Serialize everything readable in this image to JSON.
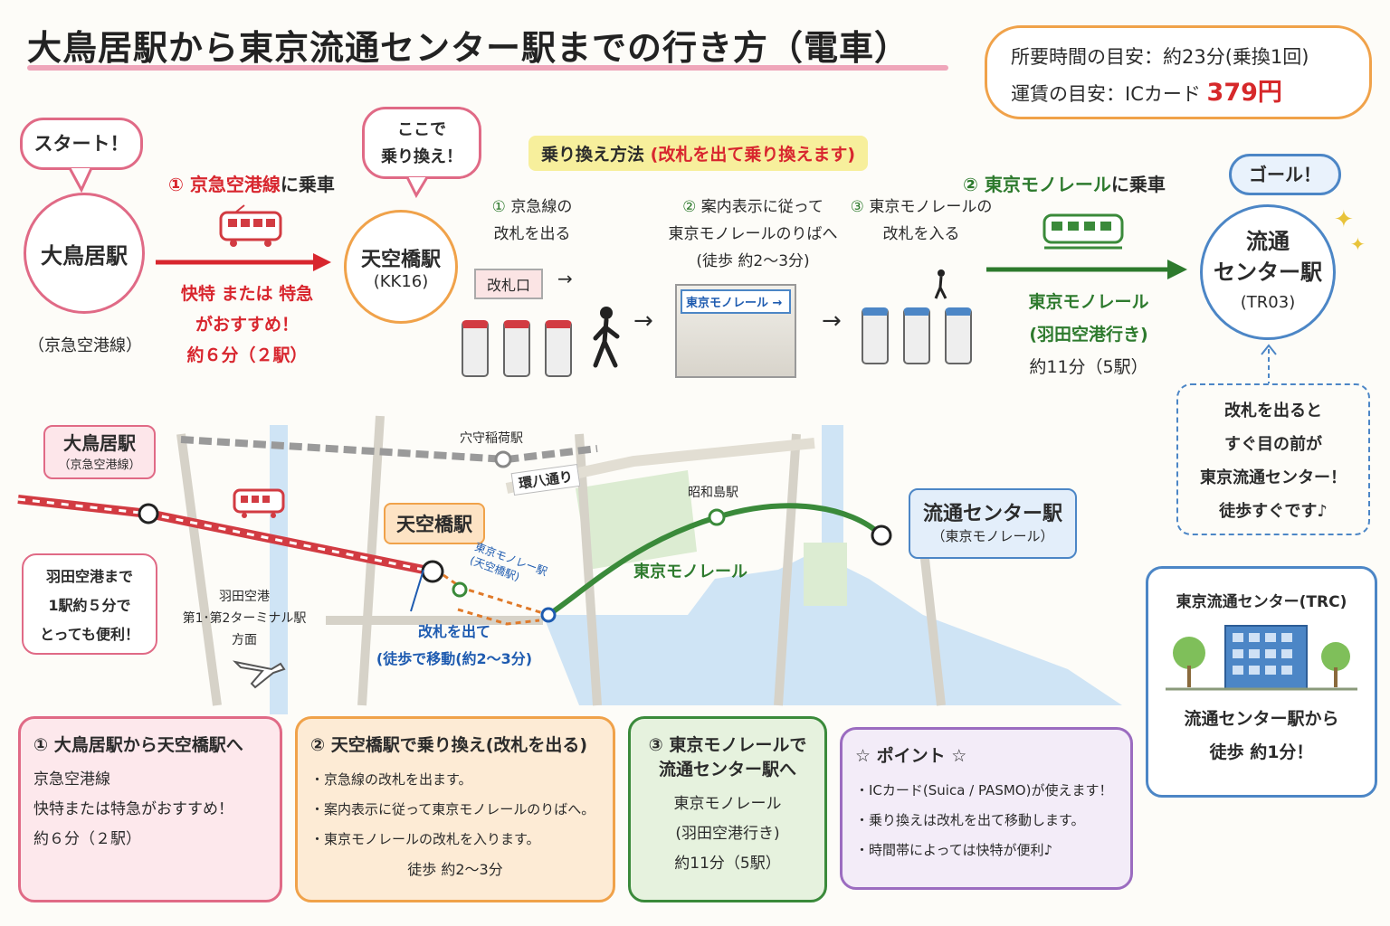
{
  "title": "大鳥居駅から東京流通センター駅までの行き方（電車）",
  "summary": {
    "time": "所要時間の目安：約23分(乗換1回)",
    "fare_label": "運賃の目安：ICカード",
    "fare_value": "379円"
  },
  "start": {
    "bubble": "スタート！",
    "station": "大鳥居駅",
    "line": "（京急空港線）"
  },
  "transfer_bubble": {
    "line1": "ここで",
    "line2": "乗り換え！"
  },
  "step1": {
    "num": "①",
    "line_name": "京急空港線",
    "suffix": "に乗車",
    "note1": "快特 または 特急",
    "note2": "がおすすめ！",
    "note3": "約６分（２駅）"
  },
  "transfer_station": {
    "name": "天空橋駅",
    "code": "(KK16)"
  },
  "transfer_method": {
    "prefix": "乗り換え方法",
    "highlight": "(改札を出て乗り換えます)"
  },
  "substeps": [
    {
      "num": "①",
      "line1": "京急線の",
      "line2": "改札を出る"
    },
    {
      "num": "②",
      "line1": "案内表示に従って",
      "line2": "東京モノレールのりばへ",
      "line3": "(徒歩 約2〜3分)"
    },
    {
      "num": "③",
      "line1": "東京モノレールの",
      "line2": "改札を入る"
    }
  ],
  "kaisatsu_sign": "改札口",
  "monorail_sign": "東京モノレール →",
  "step2": {
    "num": "②",
    "line_name": "東京モノレール",
    "suffix": "に乗車",
    "note1": "東京モノレール",
    "note2": "(羽田空港行き)",
    "note3": "約11分（5駅）"
  },
  "goal": {
    "bubble": "ゴール！",
    "station_l1": "流通",
    "station_l2": "センター駅",
    "code": "(TR03)"
  },
  "exit_note": {
    "l1": "改札を出ると",
    "l2": "すぐ目の前が",
    "l3": "東京流通センター！",
    "l4": "徒歩すぐです♪"
  },
  "trc": {
    "title": "東京流通センター(TRC)",
    "l1": "流通センター駅から",
    "l2": "徒歩 約1分！"
  },
  "map": {
    "otorii_name": "大鳥居駅",
    "otorii_line": "（京急空港線）",
    "anamori": "穴守稲荷駅",
    "kanpachi": "環八通り",
    "tenkubashi": "天空橋駅",
    "showajima": "昭和島駅",
    "ryutsu_name": "流通センター駅",
    "ryutsu_line": "（東京モノレール）",
    "monorail_label": "東京モノレール",
    "monorail_tenku_l1": "東京モノレー駅",
    "monorail_tenku_l2": "(天空橋駅)",
    "haneda_l1": "羽田空港",
    "haneda_l2": "第1･第2ターミナル駅",
    "haneda_l3": "方面",
    "walk_l1": "改札を出て",
    "walk_l2": "(徒歩で移動(約2〜3分)",
    "haneda_note_l1": "羽田空港まで",
    "haneda_note_l2": "1駅約５分で",
    "haneda_note_l3": "とっても便利！"
  },
  "boxes": [
    {
      "head": "① 大鳥居駅から天空橋駅へ",
      "lines": [
        "京急空港線",
        "快特または特急がおすすめ！",
        "約６分（２駅）"
      ]
    },
    {
      "head": "② 天空橋駅で乗り換え(改札を出る)",
      "lines": [
        "・京急線の改札を出ます。",
        "・案内表示に従って東京モノレールのりばへ。",
        "・東京モノレールの改札を入ります。",
        "徒歩 約2〜3分"
      ]
    },
    {
      "head": "③ 東京モノレールで",
      "head2": "流通センター駅へ",
      "lines": [
        "東京モノレール",
        "(羽田空港行き)",
        "約11分（5駅）"
      ]
    },
    {
      "head": "☆ ポイント ☆",
      "lines": [
        "・ICカード(Suica / PASMO)が使えます！",
        "・乗り換えは改札を出て移動します。",
        "・時間帯によっては快特が便利♪"
      ]
    }
  ],
  "colors": {
    "red": "#d8262e",
    "green": "#2d7a2d",
    "blue": "#1e5bb0",
    "orange": "#f0a24a",
    "purple": "#9b6cc0"
  }
}
